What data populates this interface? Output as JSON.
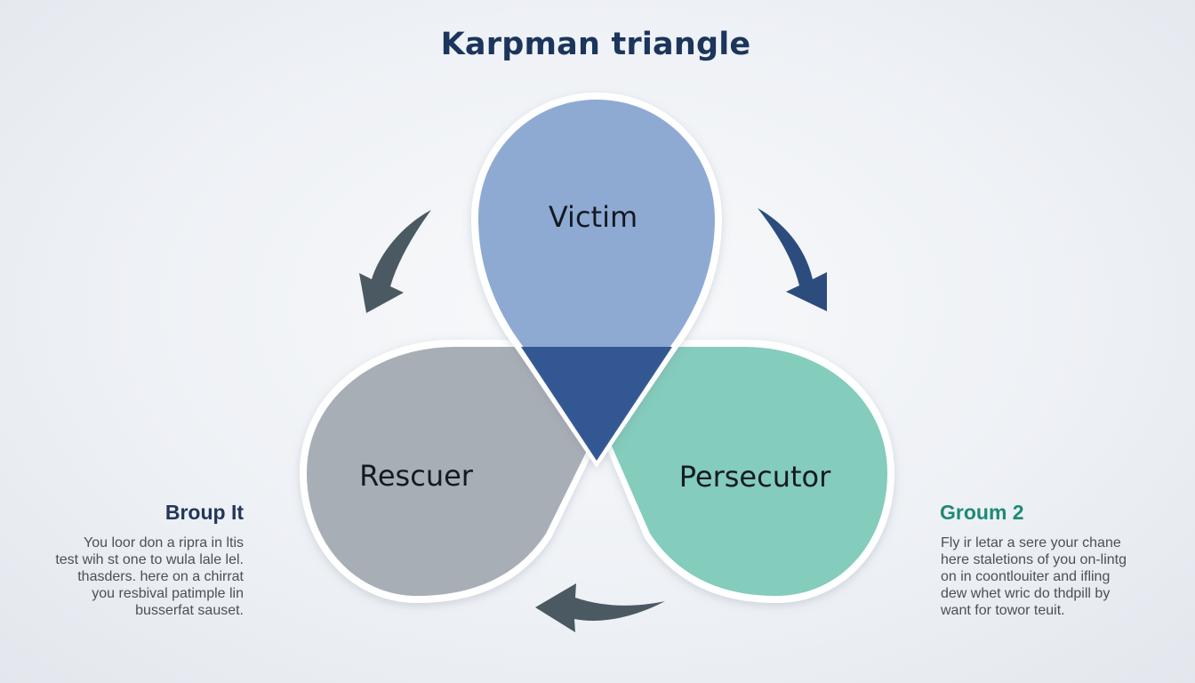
{
  "title": "Karpman triangle",
  "roles": {
    "victim": "Victim",
    "rescuer": "Rescuer",
    "persecutor": "Persecutor"
  },
  "left_panel": {
    "heading": "Broup It",
    "lines": [
      "You loor don a ripra in ltis",
      "test wih st one to wula lale lel.",
      "thasders. here on a chirrat",
      "you resbival patimple lin",
      "busserfat sauset."
    ]
  },
  "right_panel": {
    "heading": "Groum 2",
    "lines": [
      "Fly ir letar a sere your chane",
      "here staletions  of you on-lintg",
      "on in coontlouiter and ifling",
      "dew whet wric do thdpill by",
      "want for towor teuit."
    ]
  },
  "colors": {
    "victim": "#8aa7d2",
    "rescuer": "#a4abb2",
    "persecutor": "#7fcab9",
    "overlap": "#2f5590",
    "arrow_left": "#4b5963",
    "arrow_right": "#2c4c7e",
    "arrow_bottom": "#4b5963",
    "title": "#1b355c"
  }
}
